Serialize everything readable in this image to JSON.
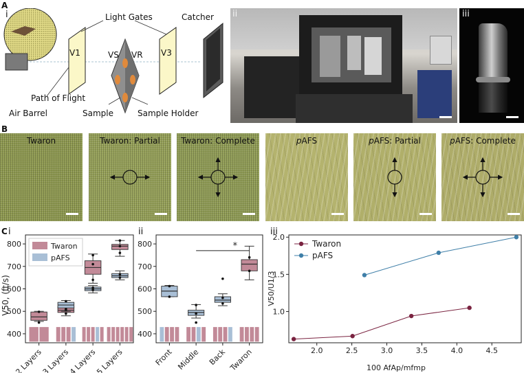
{
  "panel_a": {
    "letter": "A",
    "sub_i": "i",
    "sub_ii": "ii",
    "sub_iii": "iii",
    "labels": {
      "light_gates": "Light Gates",
      "catcher": "Catcher",
      "v1": "V1",
      "vs": "VS",
      "vr": "VR",
      "v3": "V3",
      "path_of_flight": "Path of Flight",
      "air_barrel": "Air Barrel",
      "sample": "Sample",
      "sample_holder": "Sample Holder"
    }
  },
  "panel_b": {
    "letter": "B",
    "tiles": [
      {
        "title": "Twaron",
        "italic_prefix": "",
        "base": "#8e9950",
        "texture": "woven",
        "marker": "none"
      },
      {
        "title": "Twaron: Partial",
        "italic_prefix": "",
        "base": "#95a058",
        "texture": "woven",
        "marker": "horizontal"
      },
      {
        "title": "Twaron: Complete",
        "italic_prefix": "",
        "base": "#909c55",
        "texture": "woven",
        "marker": "cross"
      },
      {
        "title": "AFS",
        "italic_prefix": "p",
        "base": "#b4b36e",
        "texture": "fibrous",
        "marker": "none"
      },
      {
        "title": "AFS: Partial",
        "italic_prefix": "p",
        "base": "#b0af6a",
        "texture": "fibrous",
        "marker": "vertical"
      },
      {
        "title": "AFS: Complete",
        "italic_prefix": "p",
        "base": "#aeac69",
        "texture": "fibrous",
        "marker": "cross"
      }
    ]
  },
  "panel_c": {
    "letter": "C",
    "sub_i": "i",
    "sub_ii": "ii",
    "sub_iii": "iii"
  },
  "colors": {
    "twaron": "#c28a98",
    "pafs": "#a9bfd6",
    "twaron_line": "#7a2340",
    "pafs_line": "#3f7fa8",
    "box_edge": "#333333"
  },
  "chart_data": [
    {
      "type": "box",
      "title": "",
      "ylabel": "V50, (ft/s)",
      "xlabel": "",
      "ylim": [
        360,
        840
      ],
      "yticks": [
        400,
        500,
        600,
        700,
        800
      ],
      "categories": [
        "2 Layers",
        "3 Layers",
        "4 Layers",
        "5 Layers"
      ],
      "legend": [
        {
          "name": "Twaron",
          "color": "#c28a98"
        },
        {
          "name": "pAFS",
          "color": "#a9bfd6"
        }
      ],
      "legend_position": "top-left",
      "boxes": [
        {
          "category": "2 Layers",
          "series": "Twaron",
          "whisker_low": 455,
          "q1": 460,
          "median": 475,
          "q3": 497,
          "whisker_high": 500,
          "points": [
            450,
            498
          ]
        },
        {
          "category": "3 Layers",
          "series": "Twaron",
          "whisker_low": 480,
          "q1": 495,
          "median": 505,
          "q3": 520,
          "whisker_high": 528,
          "points": [
            490,
            505
          ]
        },
        {
          "category": "3 Layers",
          "series": "pAFS",
          "whisker_low": 500,
          "q1": 515,
          "median": 528,
          "q3": 540,
          "whisker_high": 548,
          "points": [
            510,
            545
          ]
        },
        {
          "category": "4 Layers",
          "series": "Twaron",
          "whisker_low": 625,
          "q1": 665,
          "median": 695,
          "q3": 725,
          "whisker_high": 755,
          "points": [
            640,
            710,
            750
          ]
        },
        {
          "category": "4 Layers",
          "series": "pAFS",
          "whisker_low": 582,
          "q1": 592,
          "median": 600,
          "q3": 608,
          "whisker_high": 615,
          "points": [
            595,
            605
          ]
        },
        {
          "category": "5 Layers",
          "series": "Twaron",
          "whisker_low": 745,
          "q1": 775,
          "median": 790,
          "q3": 798,
          "whisker_high": 815,
          "points": [
            760,
            790,
            815
          ]
        },
        {
          "category": "5 Layers",
          "series": "pAFS",
          "whisker_low": 640,
          "q1": 650,
          "median": 658,
          "q3": 668,
          "whisker_high": 680,
          "points": [
            650,
            665
          ]
        }
      ],
      "stack_icons": [
        {
          "category": "2 Layers",
          "layers": [
            "Twaron",
            "Twaron"
          ]
        },
        {
          "category": "3 Layers",
          "layers": [
            "Twaron",
            "Twaron",
            "Twaron",
            "pAFS"
          ]
        },
        {
          "category": "4 Layers",
          "layers": [
            "Twaron",
            "Twaron",
            "Twaron",
            "pAFS",
            "Twaron"
          ]
        },
        {
          "category": "5 Layers",
          "layers": [
            "Twaron",
            "Twaron",
            "Twaron",
            "Twaron",
            "Twaron",
            "Twaron"
          ]
        }
      ],
      "grid": false
    },
    {
      "type": "box",
      "title": "",
      "ylabel": "",
      "xlabel": "",
      "ylim": [
        360,
        840
      ],
      "yticks": [
        400,
        500,
        600,
        700,
        800
      ],
      "categories": [
        "Front",
        "Middle",
        "Back",
        "Twaron"
      ],
      "significance": {
        "from": "Middle",
        "to": "Twaron",
        "label": "*",
        "y": 770
      },
      "boxes": [
        {
          "category": "Front",
          "series": "pAFS",
          "whisker_low": 565,
          "q1": 565,
          "median": 590,
          "q3": 612,
          "whisker_high": 615,
          "points": [
            565,
            612
          ]
        },
        {
          "category": "Middle",
          "series": "pAFS",
          "whisker_low": 470,
          "q1": 482,
          "median": 495,
          "q3": 505,
          "whisker_high": 530,
          "points": [
            450,
            490,
            528
          ]
        },
        {
          "category": "Back",
          "series": "pAFS",
          "whisker_low": 525,
          "q1": 540,
          "median": 550,
          "q3": 565,
          "whisker_high": 578,
          "points": [
            535,
            560,
            645
          ]
        },
        {
          "category": "Twaron",
          "series": "Twaron",
          "whisker_low": 640,
          "q1": 680,
          "median": 710,
          "q3": 730,
          "whisker_high": 790,
          "points": [
            680,
            740
          ]
        }
      ],
      "stack_icons": [
        {
          "category": "Front",
          "layers": [
            "pAFS",
            "Twaron",
            "Twaron",
            "Twaron"
          ]
        },
        {
          "category": "Middle",
          "layers": [
            "Twaron",
            "Twaron",
            "pAFS",
            "Twaron"
          ]
        },
        {
          "category": "Back",
          "layers": [
            "Twaron",
            "Twaron",
            "Twaron",
            "pAFS"
          ]
        },
        {
          "category": "Twaron",
          "layers": [
            "Twaron",
            "Twaron",
            "Twaron",
            "Twaron"
          ]
        }
      ],
      "grid": false
    },
    {
      "type": "line",
      "title": "",
      "ylabel": "V50/U1/3",
      "xlabel": "100 AfAp/mfmp",
      "xlim": [
        1.6,
        4.92
      ],
      "ylim": [
        0.58,
        2.03
      ],
      "xticks": [
        2.0,
        2.5,
        3.0,
        3.5,
        4.0,
        4.5
      ],
      "yticks": [
        1.0,
        1.5,
        2.0
      ],
      "legend_position": "top-left",
      "series": [
        {
          "name": "Twaron",
          "color": "#7a2340",
          "x": [
            1.67,
            2.51,
            3.35,
            4.18
          ],
          "y": [
            0.63,
            0.67,
            0.94,
            1.05
          ]
        },
        {
          "name": "pAFS",
          "color": "#3f7fa8",
          "x": [
            2.68,
            3.74,
            4.85
          ],
          "y": [
            1.49,
            1.79,
            2.0
          ]
        }
      ],
      "grid": false
    }
  ]
}
